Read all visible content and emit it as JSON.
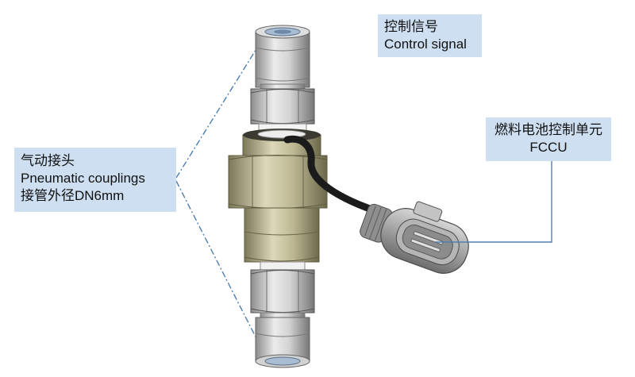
{
  "labels": {
    "control_signal": {
      "zh": "控制信号",
      "en": "Control signal"
    },
    "fccu": {
      "zh": "燃料电池控制单元",
      "en": "FCCU"
    },
    "pneumatic": {
      "zh": "气动接头",
      "en": "Pneumatic couplings",
      "spec": "接管外径DN6mm"
    }
  },
  "colors": {
    "label_bg": "#cddff0",
    "leader_line": "#4f7fb0",
    "valve_body": "#b9b48e",
    "fitting_metal": "#cfcfcf",
    "cable": "#1b1b1b"
  }
}
